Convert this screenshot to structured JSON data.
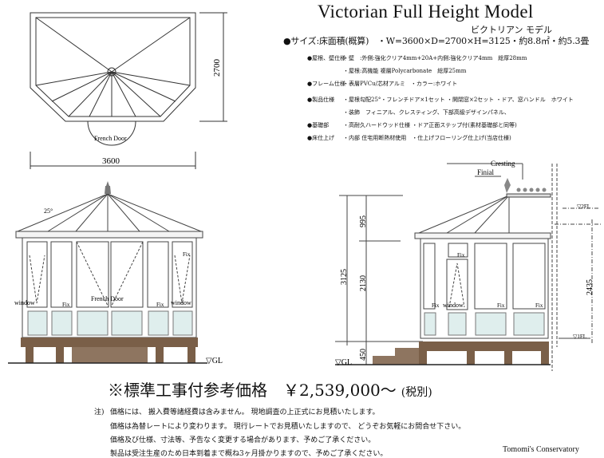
{
  "header": {
    "title": "Victorian Full Height Model",
    "subtitle": "ビクトリアン モデル",
    "size_line": "●サイズ:床面積(概算)　・W=3600×D=2700×H=3125・約8.8㎡・約5.3畳"
  },
  "specs": [
    {
      "label": "●屋根、壁仕様",
      "value": "・壁　:外側:強化クリア4mm+20A+内側:強化クリア4mm　総厚28mm"
    },
    {
      "label": "",
      "value": "・屋根:高機能 複層Polycarbonate　総厚25mm"
    },
    {
      "label": "●フレーム仕様",
      "value": "・表層PVCu/芯材アルミ　・カラー:ホワイト"
    },
    {
      "label": "●製品仕様",
      "value": "・屋根勾配25°・フレンチドア×1セット ・開閉窓×2セット ・ドア、窓ハンドル　ホワイト"
    },
    {
      "label": "",
      "value": "・装飾　フィニアル、クレスティング、下部高級デザインパネル、"
    },
    {
      "label": "●基礎部",
      "value": "・高耐久ハードウッド仕様 ・ドア正面ステップ付(素材基礎部と同等)"
    },
    {
      "label": "●床仕上げ",
      "value": "・内部 住宅用断熱材使用　・仕上げフローリング仕上げ(当店仕様)"
    }
  ],
  "plan": {
    "door_label": "French Door",
    "width_dim": "3600",
    "depth_dim": "2700"
  },
  "front": {
    "angle": "25°",
    "window_left": "window",
    "window_right": "window",
    "door_label": "French Door",
    "fix_labels": [
      "Fix",
      "Fix",
      "Fix"
    ],
    "gl": "▽GL"
  },
  "side": {
    "cresting": "Cresting",
    "finial": "Finial",
    "dim_roof": "995",
    "dim_total": "3125",
    "dim_wall": "2130",
    "dim_base": "450",
    "dim_right": "2435",
    "fl2": "▽2FL",
    "fl1": "▽1FL",
    "gl": "▽GL",
    "window": "window",
    "fix_labels": [
      "Fix",
      "Fix",
      "Fix",
      "Fix"
    ]
  },
  "price": {
    "text": "※標準工事付参考価格　￥2,539,000～",
    "tax": "(税別)"
  },
  "notes": {
    "prefix": "注)",
    "lines": [
      "価格には、 搬入費等諸経費は含みません。 現地調査の上正式にお見積いたします。",
      "価格は為替レートにより変わります。 現行レートでお見積いたしますので、 どうぞお気軽にお問合せ下さい。",
      "価格及び仕様、寸法等、予告なく変更する場合があります、予めご了承ください。",
      "製品は受注生産のため日本到着まで概ね3ヶ月掛かりますので、予めご了承ください。"
    ]
  },
  "credit": "Tomomi's Conservatory",
  "colors": {
    "wood": "#7a5f48",
    "panel": "#dfeeed",
    "line": "#333333"
  }
}
